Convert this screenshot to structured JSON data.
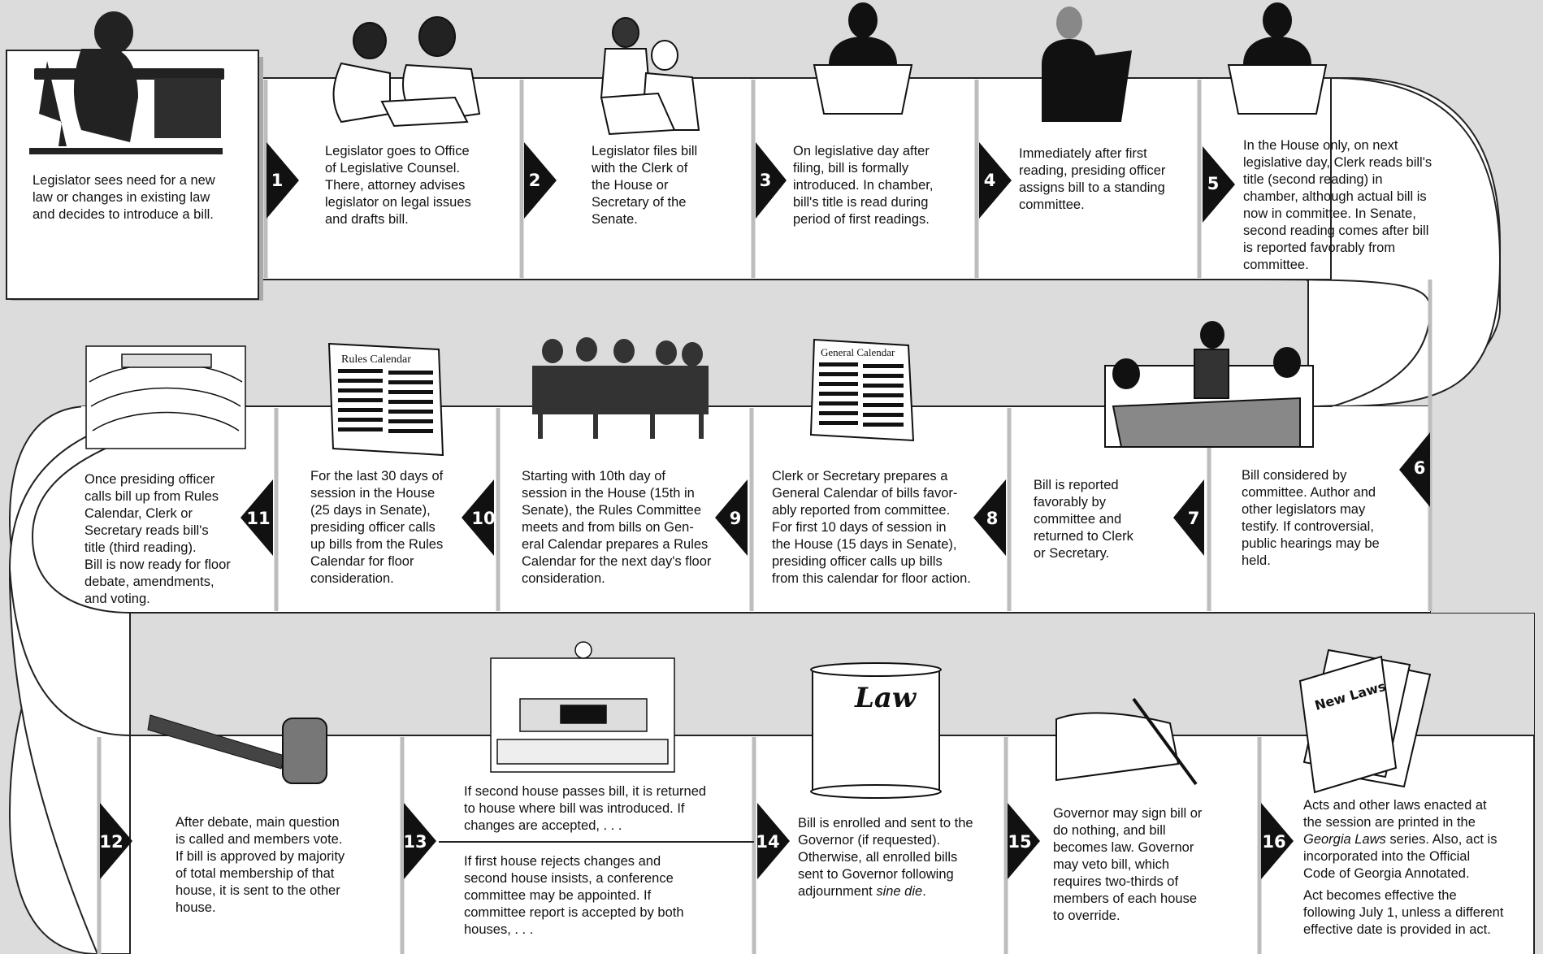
{
  "steps": [
    {
      "n": "",
      "text": [
        "Legislator sees need for a new",
        "law or changes in existing law",
        "and decides to introduce a bill."
      ]
    },
    {
      "n": "1",
      "text": [
        "Legislator goes to Office",
        "of Legislative Counsel.",
        "There, attorney advises",
        "legislator on legal issues",
        "and drafts bill."
      ]
    },
    {
      "n": "2",
      "text": [
        "Legislator files bill",
        "with the Clerk of",
        "the House or",
        "Secretary of the",
        "Senate."
      ]
    },
    {
      "n": "3",
      "text": [
        "On legislative day after",
        "filing, bill is formally",
        "introduced. In chamber,",
        "bill's title is read during",
        "period of first readings."
      ]
    },
    {
      "n": "4",
      "text": [
        "Immediately after first",
        "reading, presiding officer",
        "assigns bill to a standing",
        "committee."
      ]
    },
    {
      "n": "5",
      "text": [
        "In the House only, on next",
        "legislative day, Clerk reads bill's",
        "title (second reading) in",
        "chamber, although actual bill is",
        "now in committee. In Senate,",
        "second reading comes after bill",
        "is reported favorably from",
        "committee."
      ]
    },
    {
      "n": "6",
      "text": [
        "Bill considered by",
        "committee. Author and",
        "other legislators may",
        "testify. If controversial,",
        "public hearings may be",
        "held."
      ]
    },
    {
      "n": "7",
      "text": [
        "Bill is reported",
        "favorably by",
        "committee and",
        "returned to Clerk",
        "or Secretary."
      ]
    },
    {
      "n": "8",
      "text": [
        "Clerk or Secretary prepares a",
        "General Calendar of bills favor-",
        "ably reported from committee.",
        "For first 10 days of session in",
        "the House (15 days in Senate),",
        "presiding officer calls up bills",
        "from this calendar for floor action."
      ]
    },
    {
      "n": "9",
      "text": [
        "Starting with 10th day of",
        "session in the House (15th in",
        "Senate), the Rules Committee",
        "meets and from bills on Gen-",
        "eral Calendar prepares a Rules",
        "Calendar for the next day's floor",
        "consideration."
      ]
    },
    {
      "n": "10",
      "text": [
        "For the last 30 days of",
        "session in the House",
        "(25 days in Senate),",
        "presiding officer calls",
        "up bills from the Rules",
        "Calendar for floor",
        "consideration."
      ]
    },
    {
      "n": "11",
      "text": [
        "Once presiding officer",
        "calls bill up from Rules",
        "Calendar, Clerk or",
        "Secretary reads bill's",
        "title (third reading).",
        "Bill is now ready for floor",
        "debate, amendments,",
        "and voting."
      ]
    },
    {
      "n": "12",
      "text": [
        "After debate, main question",
        "is called and members vote.",
        "If bill is approved by majority",
        "of total membership of that",
        "house, it is sent to the other",
        "house."
      ]
    },
    {
      "n": "13",
      "text_a": [
        "If second house passes bill, it is returned",
        "to house where bill was introduced. If",
        "changes are accepted, . . ."
      ],
      "text_b": [
        "If first house rejects changes and",
        "second house insists, a conference",
        "committee may be appointed. If",
        "committee report is accepted by both",
        "houses, . . ."
      ]
    },
    {
      "n": "14",
      "text": [
        "Bill is enrolled and sent to the",
        "Governor (if requested).",
        "Otherwise, all enrolled bills",
        "sent to Governor following"
      ],
      "text_end": "adjournment ",
      "text_italic": "sine die",
      "text_tail": "."
    },
    {
      "n": "15",
      "text": [
        "Governor may sign bill or",
        "do nothing, and bill",
        "becomes law. Governor",
        "may veto bill, which",
        "requires two-thirds of",
        "members of each house",
        "to override."
      ]
    },
    {
      "n": "16",
      "text_pre": "the session are printed in the",
      "text_first": "Acts and other laws enacted at",
      "text_italic": "Georgia Laws",
      "text_after_italic": " series. Also, act is",
      "text_rest": [
        "incorporated into the Official",
        "Code of Georgia Annotated."
      ],
      "text_b": [
        "Act becomes effective the",
        "following July 1, unless a different",
        "effective date is provided in act."
      ]
    }
  ],
  "labels": {
    "rules_calendar": "Rules Calendar",
    "general_calendar": "General Calendar",
    "law": "Law",
    "new_laws": "New Laws"
  },
  "colors": {
    "background": "#dcdcdc",
    "panel": "#ffffff",
    "arrow": "#111111",
    "divider": "#bdbdbd"
  }
}
